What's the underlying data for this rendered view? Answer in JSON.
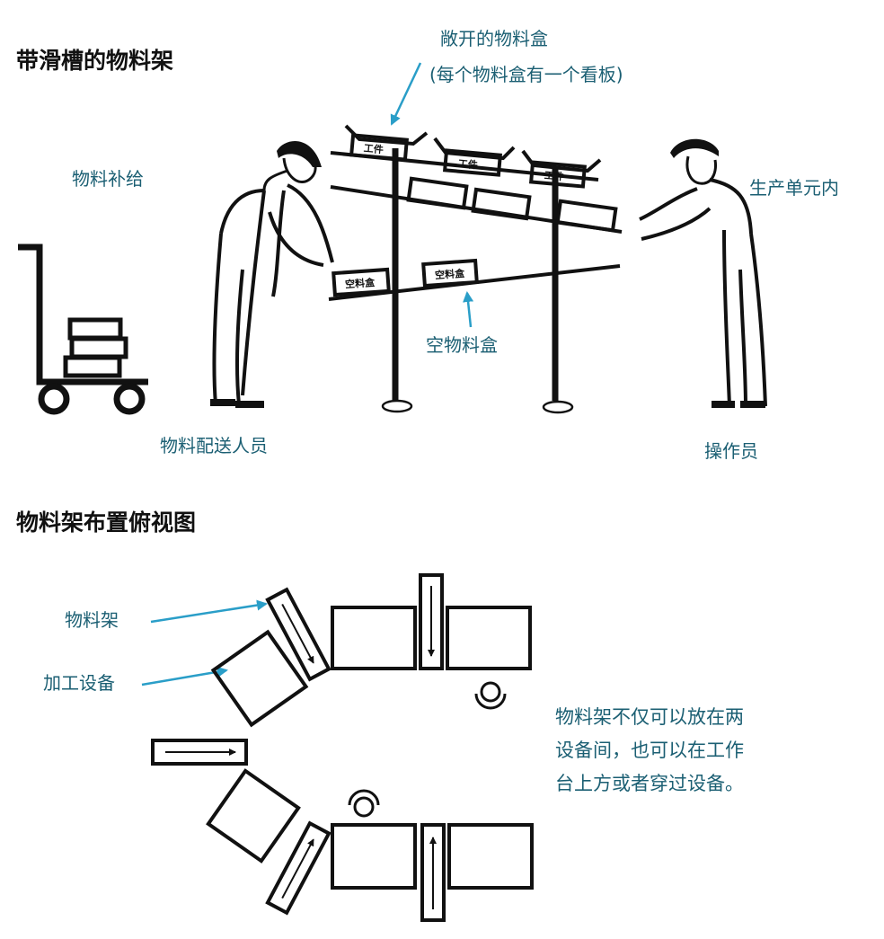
{
  "top_section": {
    "title": "带滑槽的物料架",
    "labels": {
      "open_box": "敞开的物料盒",
      "open_box_note": "(每个物料盒有一个看板)",
      "supply": "物料补给",
      "production_cell": "生产单元内",
      "empty_box": "空物料盒",
      "delivery_person": "物料配送人员",
      "operator": "操作员"
    },
    "box_labels": {
      "workpiece": "工件",
      "empty": "空料盒"
    }
  },
  "bottom_section": {
    "title": "物料架布置俯视图",
    "labels": {
      "rack": "物料架",
      "equipment": "加工设备"
    },
    "note_lines": [
      "物料架不仅可以放在两",
      "设备间，也可以在工作",
      "台上方或者穿过设备。"
    ]
  },
  "colors": {
    "ink": "#111111",
    "label": "#1b5f73",
    "arrow": "#2a9ec8"
  }
}
